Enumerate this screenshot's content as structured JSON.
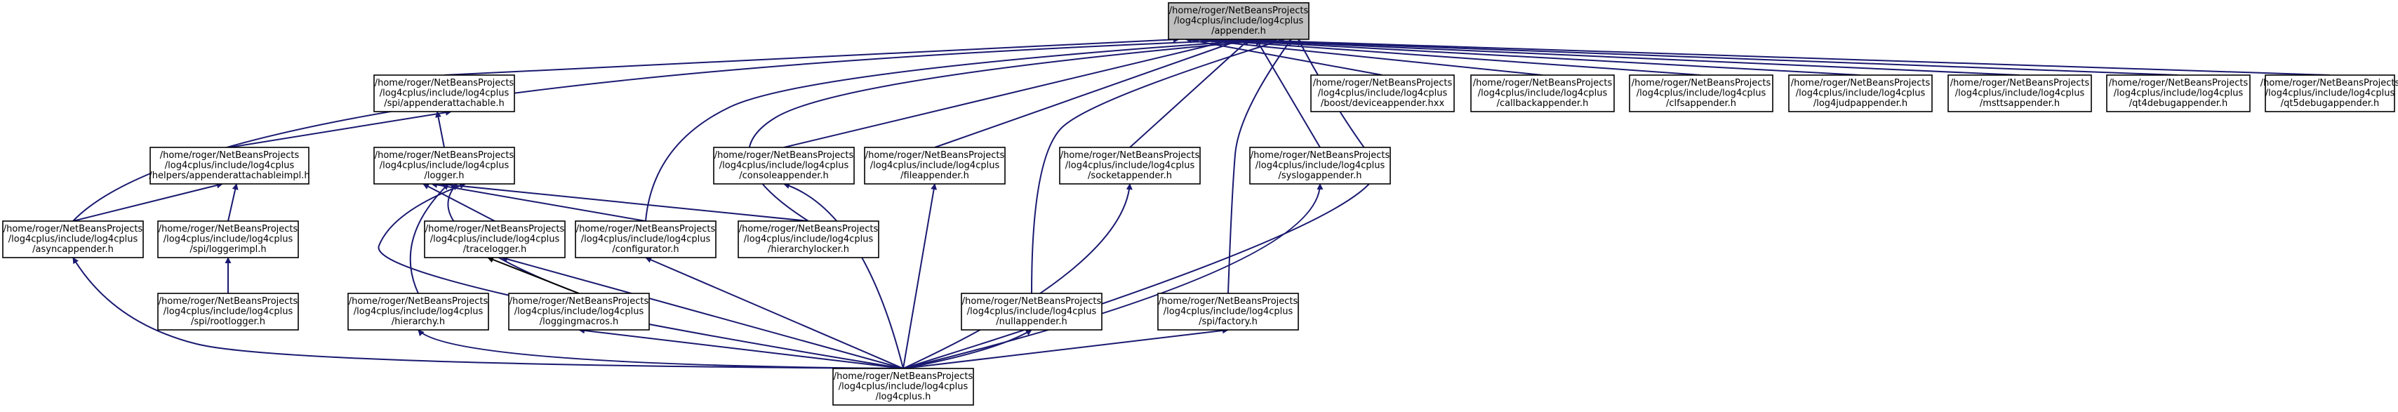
{
  "colors": {
    "background": "#ffffff",
    "root_fill": "#bfbfbf",
    "node_fill": "#ffffff",
    "border": "#000000",
    "edge_primary": "#191970",
    "edge_secondary": "#000000"
  },
  "nodes": {
    "appender": {
      "lines": [
        "/home/roger/NetBeansProjects",
        "/log4cplus/include/log4cplus",
        "/appender.h"
      ],
      "root": true
    },
    "appenderattachable": {
      "lines": [
        "/home/roger/NetBeansProjects",
        "/log4cplus/include/log4cplus",
        "/spi/appenderattachable.h"
      ]
    },
    "deviceappender": {
      "lines": [
        "/home/roger/NetBeansProjects",
        "/log4cplus/include/log4cplus",
        "/boost/deviceappender.hxx"
      ]
    },
    "callbackappender": {
      "lines": [
        "/home/roger/NetBeansProjects",
        "/log4cplus/include/log4cplus",
        "/callbackappender.h"
      ]
    },
    "clfsappender": {
      "lines": [
        "/home/roger/NetBeansProjects",
        "/log4cplus/include/log4cplus",
        "/clfsappender.h"
      ]
    },
    "log4judpappender": {
      "lines": [
        "/home/roger/NetBeansProjects",
        "/log4cplus/include/log4cplus",
        "/log4judpappender.h"
      ]
    },
    "msttsappender": {
      "lines": [
        "/home/roger/NetBeansProjects",
        "/log4cplus/include/log4cplus",
        "/msttsappender.h"
      ]
    },
    "qt4debugappender": {
      "lines": [
        "/home/roger/NetBeansProjects",
        "/log4cplus/include/log4cplus",
        "/qt4debugappender.h"
      ]
    },
    "qt5debugappender": {
      "lines": [
        "/home/roger/NetBeansProjects",
        "/log4cplus/include/log4cplus",
        "/qt5debugappender.h"
      ]
    },
    "appenderattachableimpl": {
      "lines": [
        "/home/roger/NetBeansProjects",
        "/log4cplus/include/log4cplus",
        "/helpers/appenderattachableimpl.h"
      ]
    },
    "logger": {
      "lines": [
        "/home/roger/NetBeansProjects",
        "/log4cplus/include/log4cplus",
        "/logger.h"
      ]
    },
    "consoleappender": {
      "lines": [
        "/home/roger/NetBeansProjects",
        "/log4cplus/include/log4cplus",
        "/consoleappender.h"
      ]
    },
    "fileappender": {
      "lines": [
        "/home/roger/NetBeansProjects",
        "/log4cplus/include/log4cplus",
        "/fileappender.h"
      ]
    },
    "socketappender": {
      "lines": [
        "/home/roger/NetBeansProjects",
        "/log4cplus/include/log4cplus",
        "/socketappender.h"
      ]
    },
    "syslogappender": {
      "lines": [
        "/home/roger/NetBeansProjects",
        "/log4cplus/include/log4cplus",
        "/syslogappender.h"
      ]
    },
    "asyncappender": {
      "lines": [
        "/home/roger/NetBeansProjects",
        "/log4cplus/include/log4cplus",
        "/asyncappender.h"
      ]
    },
    "loggerimpl": {
      "lines": [
        "/home/roger/NetBeansProjects",
        "/log4cplus/include/log4cplus",
        "/spi/loggerimpl.h"
      ]
    },
    "tracelogger": {
      "lines": [
        "/home/roger/NetBeansProjects",
        "/log4cplus/include/log4cplus",
        "/tracelogger.h"
      ]
    },
    "configurator": {
      "lines": [
        "/home/roger/NetBeansProjects",
        "/log4cplus/include/log4cplus",
        "/configurator.h"
      ]
    },
    "hierarchylocker": {
      "lines": [
        "/home/roger/NetBeansProjects",
        "/log4cplus/include/log4cplus",
        "/hierarchylocker.h"
      ]
    },
    "rootlogger": {
      "lines": [
        "/home/roger/NetBeansProjects",
        "/log4cplus/include/log4cplus",
        "/spi/rootlogger.h"
      ]
    },
    "hierarchy": {
      "lines": [
        "/home/roger/NetBeansProjects",
        "/log4cplus/include/log4cplus",
        "/hierarchy.h"
      ]
    },
    "loggingmacros": {
      "lines": [
        "/home/roger/NetBeansProjects",
        "/log4cplus/include/log4cplus",
        "/loggingmacros.h"
      ]
    },
    "nullappender": {
      "lines": [
        "/home/roger/NetBeansProjects",
        "/log4cplus/include/log4cplus",
        "/nullappender.h"
      ]
    },
    "factory": {
      "lines": [
        "/home/roger/NetBeansProjects",
        "/log4cplus/include/log4cplus",
        "/spi/factory.h"
      ]
    },
    "log4cplus": {
      "lines": [
        "/home/roger/NetBeansProjects",
        "/log4cplus/include/log4cplus",
        "/log4cplus.h"
      ]
    }
  },
  "edges": [
    {
      "from": "appenderattachable",
      "to": "appender"
    },
    {
      "from": "deviceappender",
      "to": "appender"
    },
    {
      "from": "callbackappender",
      "to": "appender"
    },
    {
      "from": "clfsappender",
      "to": "appender"
    },
    {
      "from": "log4judpappender",
      "to": "appender"
    },
    {
      "from": "msttsappender",
      "to": "appender"
    },
    {
      "from": "qt4debugappender",
      "to": "appender"
    },
    {
      "from": "qt5debugappender",
      "to": "appender"
    },
    {
      "from": "consoleappender",
      "to": "appender"
    },
    {
      "from": "fileappender",
      "to": "appender"
    },
    {
      "from": "socketappender",
      "to": "appender"
    },
    {
      "from": "syslogappender",
      "to": "appender"
    },
    {
      "from": "asyncappender",
      "to": "appender"
    },
    {
      "from": "configurator",
      "to": "appender"
    },
    {
      "from": "hierarchylocker",
      "to": "appender"
    },
    {
      "from": "nullappender",
      "to": "appender"
    },
    {
      "from": "factory",
      "to": "appender"
    },
    {
      "from": "log4cplus",
      "to": "appender"
    },
    {
      "from": "logger",
      "to": "appenderattachable"
    },
    {
      "from": "appenderattachableimpl",
      "to": "appenderattachable"
    },
    {
      "from": "asyncappender",
      "to": "appenderattachableimpl"
    },
    {
      "from": "loggerimpl",
      "to": "appenderattachableimpl"
    },
    {
      "from": "rootlogger",
      "to": "loggerimpl"
    },
    {
      "from": "tracelogger",
      "to": "logger"
    },
    {
      "from": "configurator",
      "to": "logger"
    },
    {
      "from": "hierarchylocker",
      "to": "logger"
    },
    {
      "from": "hierarchy",
      "to": "logger"
    },
    {
      "from": "loggingmacros",
      "to": "logger"
    },
    {
      "from": "log4cplus",
      "to": "logger"
    },
    {
      "from": "loggingmacros",
      "to": "tracelogger"
    },
    {
      "from": "log4cplus",
      "to": "tracelogger"
    },
    {
      "from": "log4cplus",
      "to": "configurator"
    },
    {
      "from": "log4cplus",
      "to": "asyncappender"
    },
    {
      "from": "log4cplus",
      "to": "hierarchy"
    },
    {
      "from": "log4cplus",
      "to": "loggingmacros"
    },
    {
      "from": "log4cplus",
      "to": "consoleappender"
    },
    {
      "from": "log4cplus",
      "to": "fileappender"
    },
    {
      "from": "log4cplus",
      "to": "socketappender"
    },
    {
      "from": "log4cplus",
      "to": "syslogappender"
    },
    {
      "from": "log4cplus",
      "to": "nullappender"
    },
    {
      "from": "log4cplus",
      "to": "factory"
    }
  ]
}
